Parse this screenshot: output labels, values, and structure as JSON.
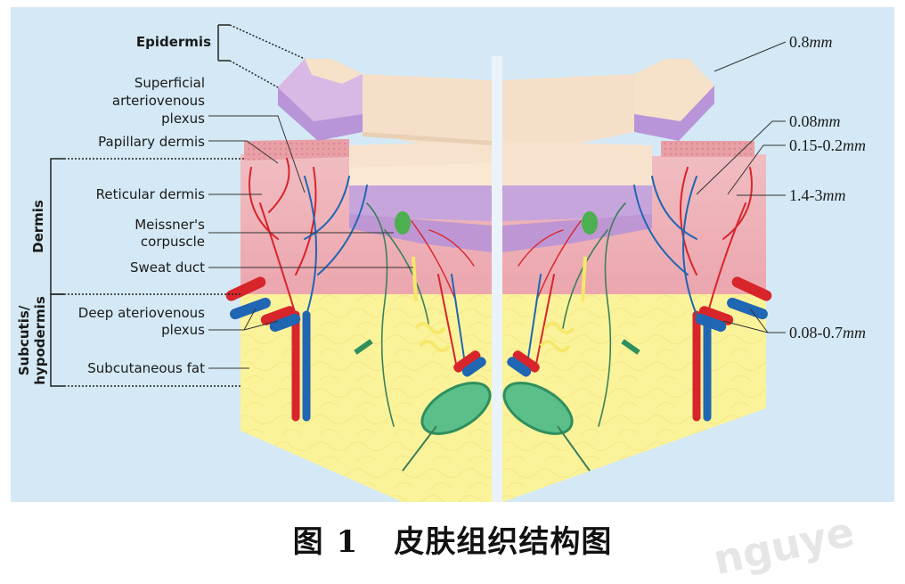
{
  "left_labels": {
    "epidermis": "Epidermis",
    "superficial_plexus": [
      "Superficial",
      "arteriovenous",
      "plexus"
    ],
    "papillary_dermis": "Papillary dermis",
    "reticular_dermis": "Reticular dermis",
    "meissner": [
      "Meissner's",
      "corpuscle"
    ],
    "sweat_duct": "Sweat duct",
    "deep_plexus": [
      "Deep ateriovenous",
      "plexus"
    ],
    "subcutaneous_fat": "Subcutaneous fat"
  },
  "group_labels": {
    "dermis": "Dermis",
    "subcutis": [
      "Subcutis/",
      "hypodermis"
    ]
  },
  "measurements": {
    "epidermis": "0.8",
    "superficial_plexus": "0.08",
    "papillary": "0.15-0.2",
    "reticular": "1.4-3",
    "deep_plexus": "0.08-0.7",
    "unit": "mm"
  },
  "caption": {
    "label": "图",
    "number": "1",
    "title": "皮肤组织结构图"
  },
  "watermark": "nguye"
}
